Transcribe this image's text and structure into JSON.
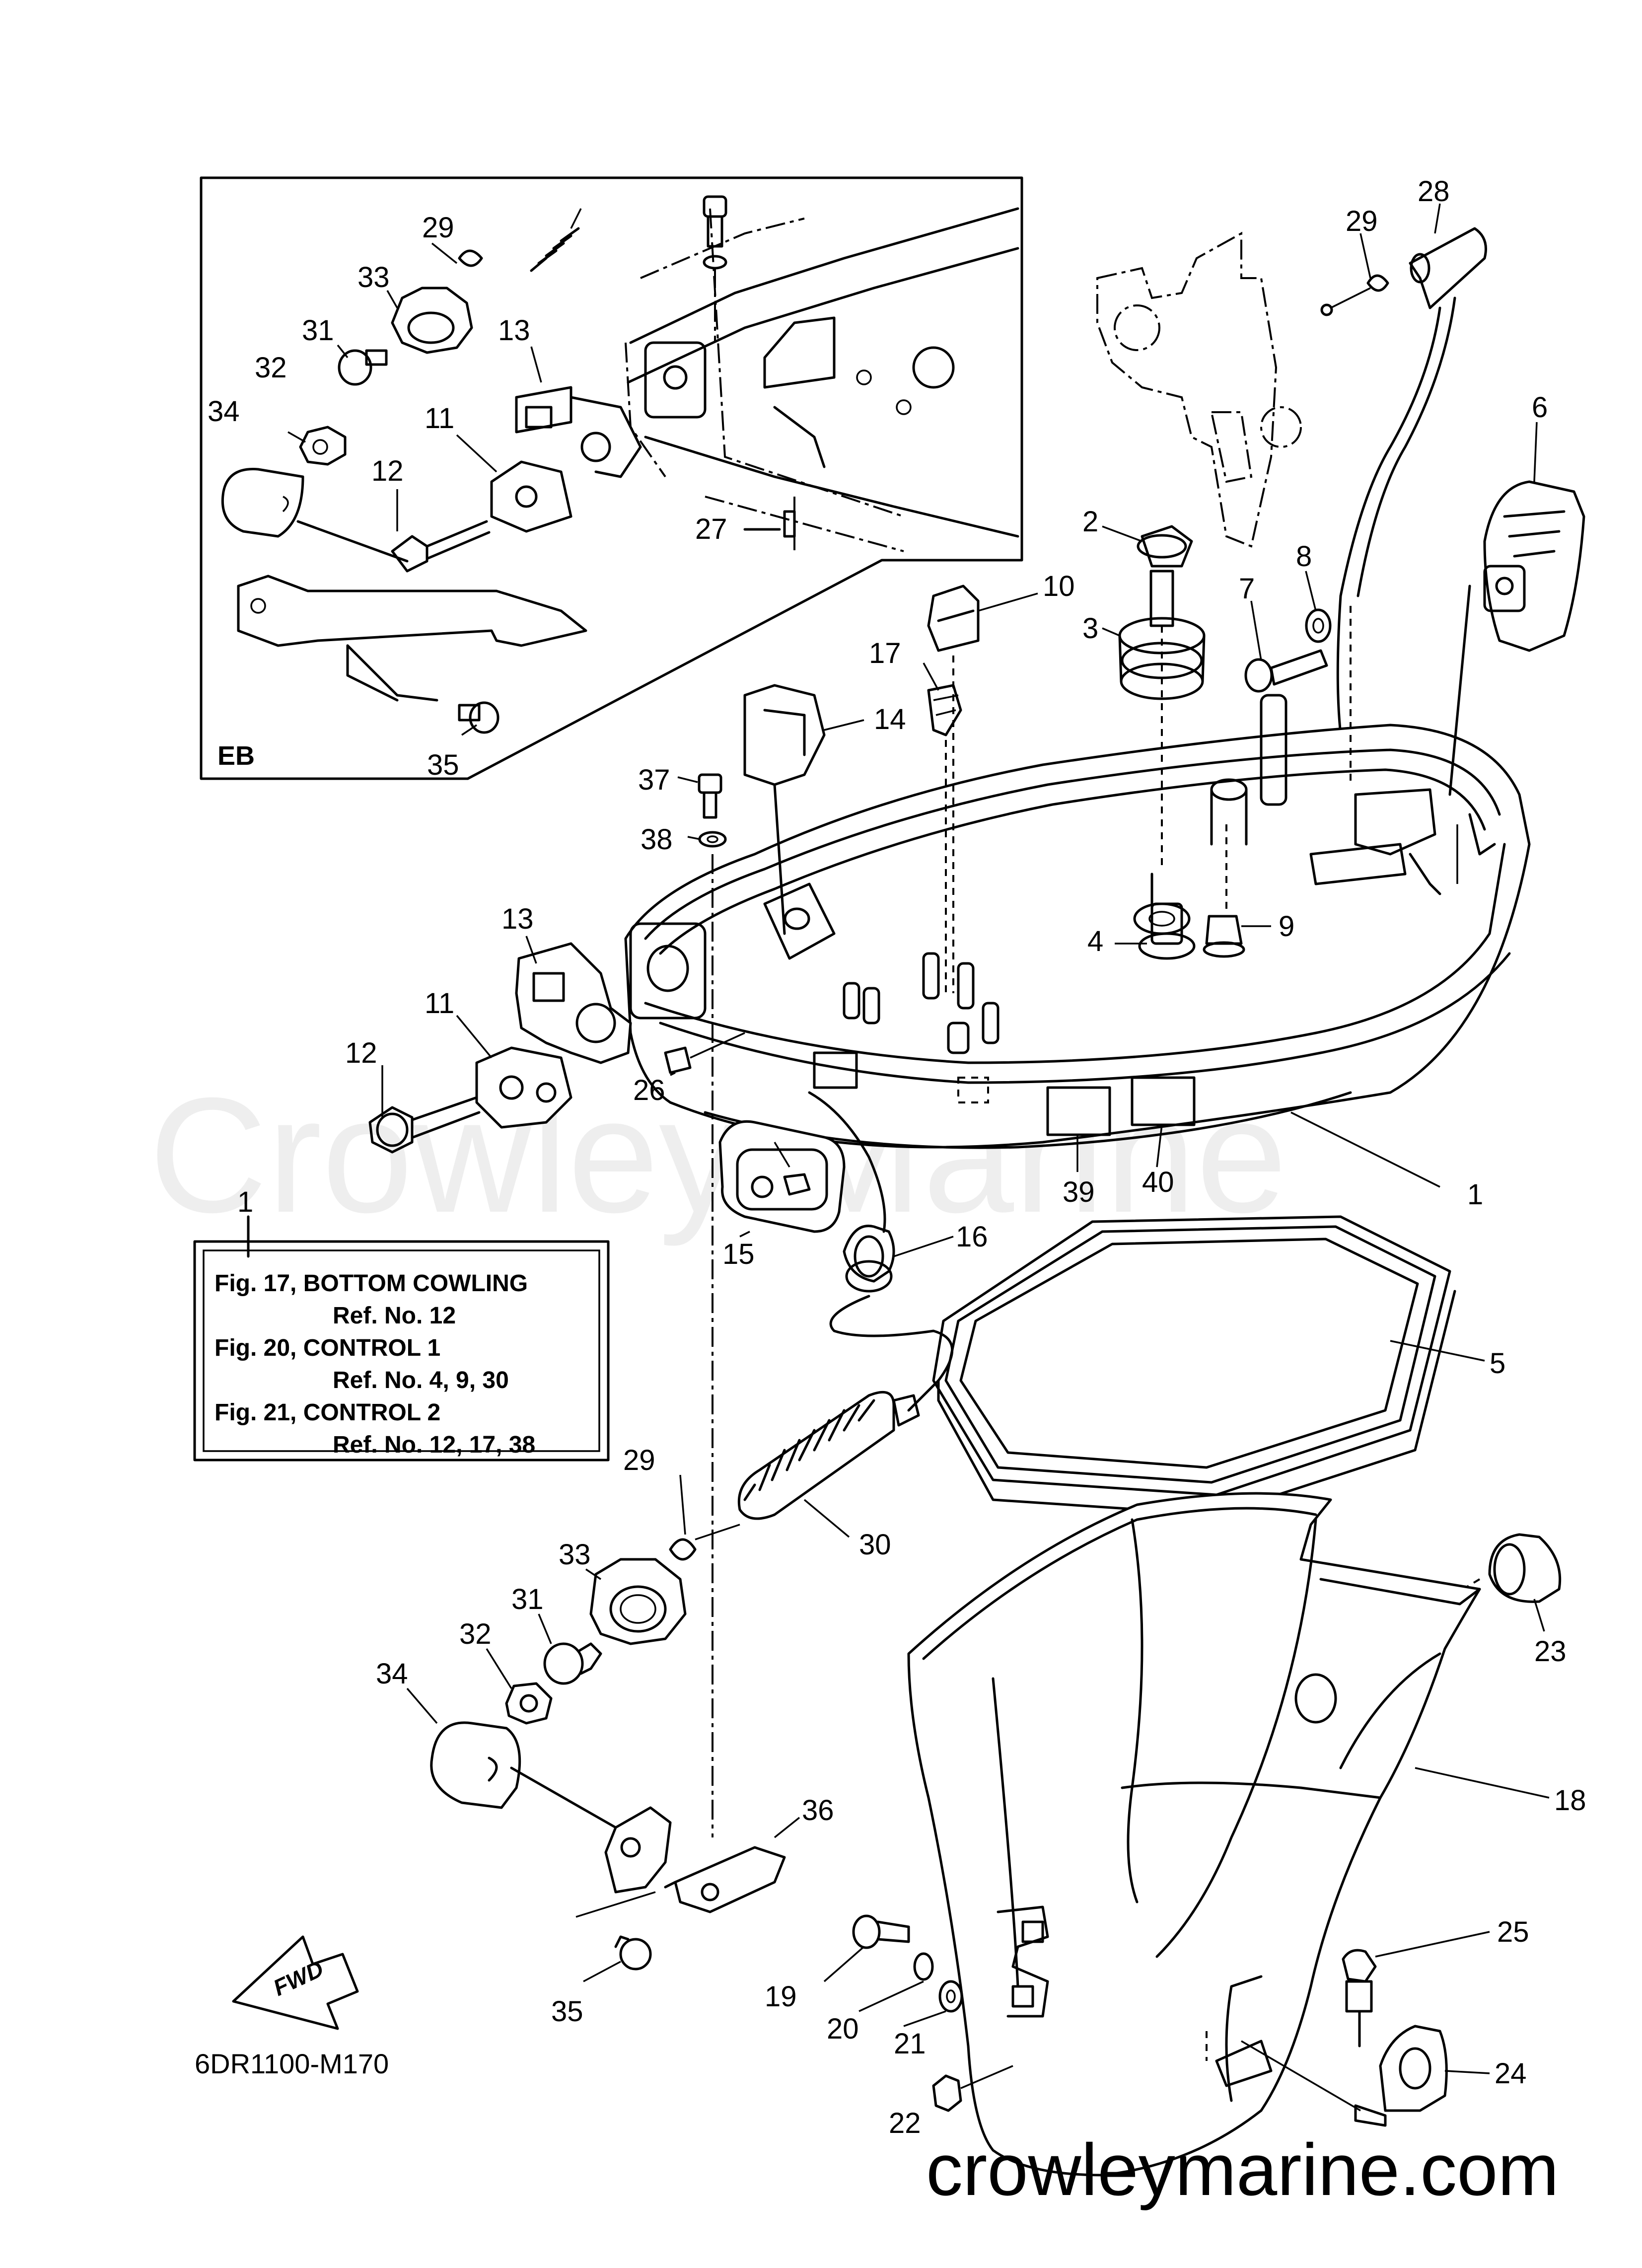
{
  "diagram_code": "6DR1100-M170",
  "watermark": "Crowley Marine",
  "website": "crowleymarine.com",
  "inset_label": "EB",
  "fwd_label": "FWD",
  "note": {
    "ref_number": "1",
    "lines": [
      "Fig. 17, BOTTOM COWLING",
      "Ref. No. 12",
      "Fig. 20, CONTROL 1",
      "Ref. No. 4, 9, 30",
      "Fig. 21, CONTROL 2",
      "Ref. No. 12, 17, 38"
    ]
  },
  "callouts": {
    "inset": [
      "29",
      "33",
      "31",
      "32",
      "34",
      "13",
      "11",
      "12",
      "27",
      "35"
    ],
    "main": [
      "28",
      "29",
      "6",
      "2",
      "8",
      "7",
      "3",
      "10",
      "17",
      "14",
      "37",
      "38",
      "13",
      "11",
      "12",
      "4",
      "9",
      "26",
      "39",
      "40",
      "1",
      "1",
      "15",
      "16",
      "5",
      "29",
      "30",
      "33",
      "31",
      "32",
      "34",
      "23",
      "18",
      "36",
      "25",
      "19",
      "20",
      "21",
      "24",
      "35",
      "22"
    ]
  },
  "colors": {
    "line": "#000000",
    "watermark": "#eeeeee",
    "background": "#ffffff"
  }
}
